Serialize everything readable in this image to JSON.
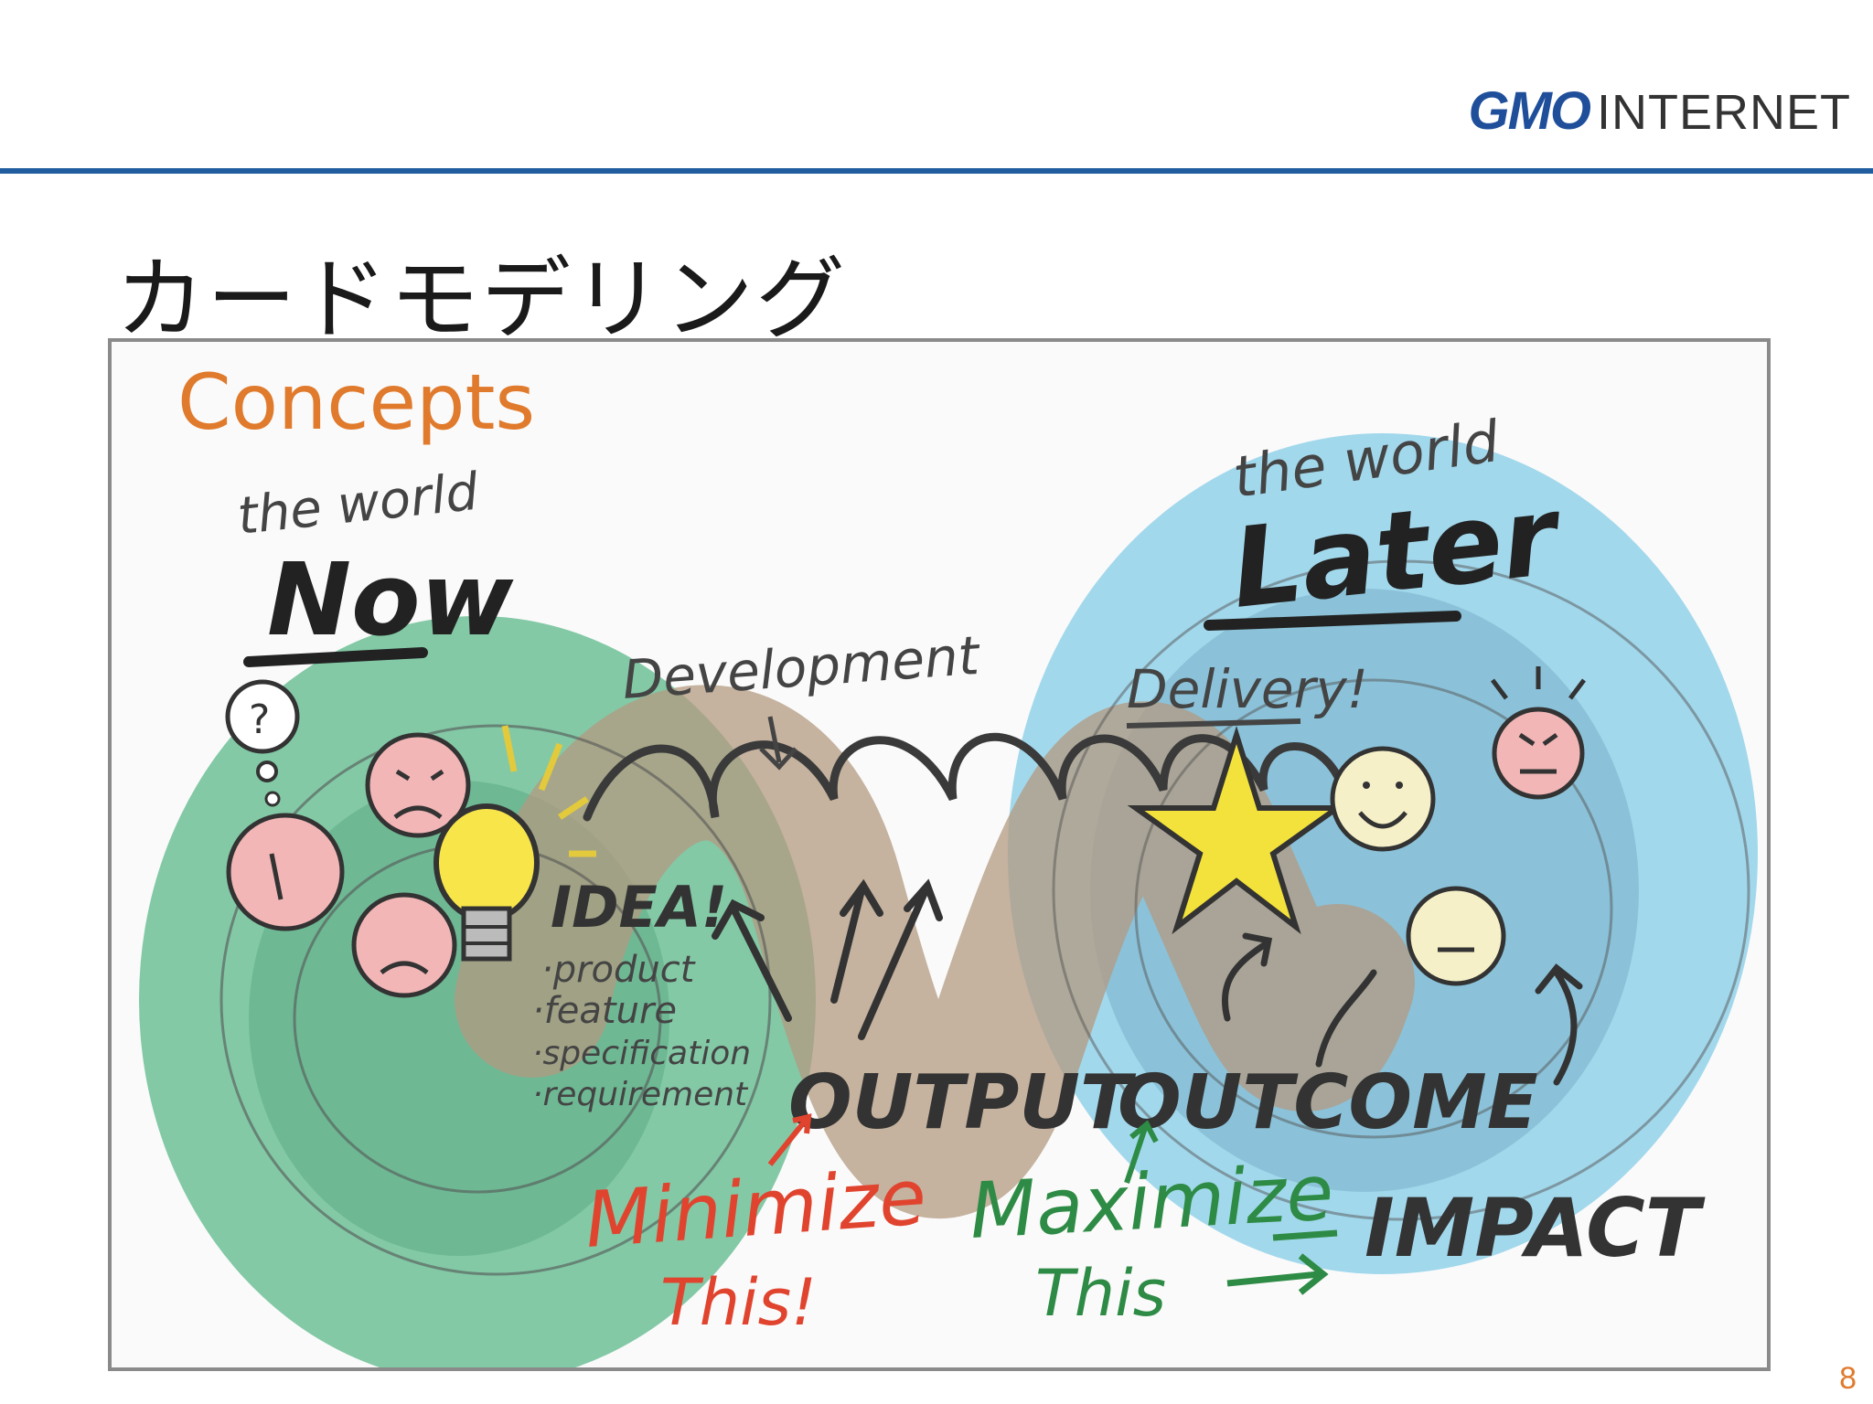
{
  "header": {
    "logo_brand": "GMO",
    "logo_company": "INTERNET"
  },
  "slide": {
    "title": "カードモデリング",
    "page_number": "8"
  },
  "illustration": {
    "heading": "Concepts",
    "world_now_prefix": "the world",
    "world_now": "Now",
    "world_later_prefix": "the world",
    "world_later": "Later",
    "development": "Development",
    "delivery": "Delivery!",
    "idea": "IDEA!",
    "idea_items": [
      "·product",
      "·feature",
      "·specification",
      "·requirement"
    ],
    "output": "OUTPUT",
    "outcome": "OUTCOME",
    "impact": "IMPACT",
    "minimize": "Minimize",
    "minimize_sub": "This!",
    "maximize": "Maximize",
    "maximize_sub": "This",
    "colors": {
      "now_circle": "#6dbf96",
      "later_circle": "#8ccfe8",
      "path_brown": "#b39a80",
      "heading_orange": "#e07a2c",
      "minimize_red": "#e0442e",
      "maximize_green": "#2e8b45",
      "star_yellow": "#f4e23c",
      "bulb_yellow": "#f7e54a",
      "sad_face": "#f2b6b6",
      "happy_face": "#f6f0c8"
    }
  }
}
